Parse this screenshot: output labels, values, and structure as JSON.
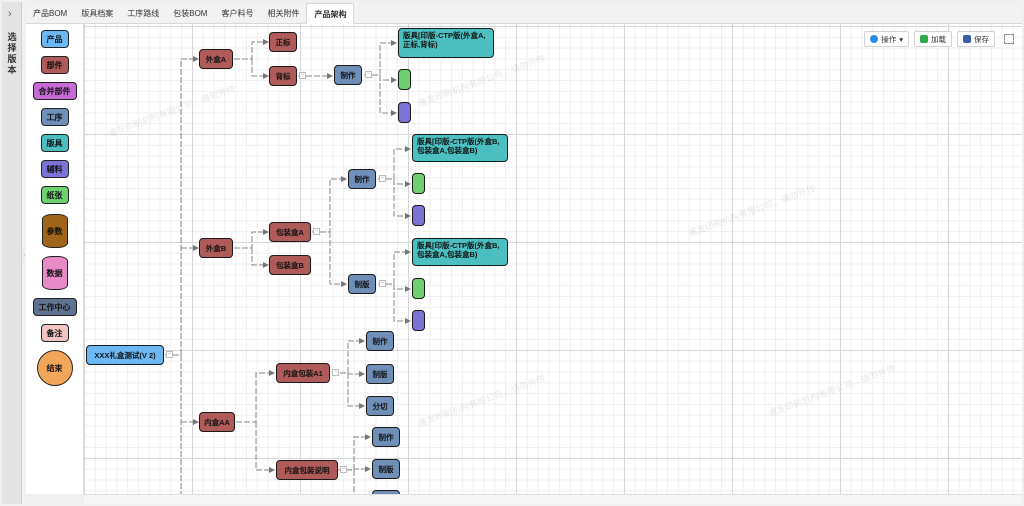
{
  "sidebar": {
    "label": "选择版本"
  },
  "tabs": [
    {
      "label": "产品BOM"
    },
    {
      "label": "版具档案"
    },
    {
      "label": "工序路线"
    },
    {
      "label": "包装BOM"
    },
    {
      "label": "客户料号"
    },
    {
      "label": "相关附件"
    },
    {
      "label": "产品架构",
      "active": true
    }
  ],
  "palette": [
    {
      "label": "产品",
      "color": "#6bb8f5"
    },
    {
      "label": "部件",
      "color": "#b05a5a"
    },
    {
      "label": "合并部件",
      "color": "#c76ad6"
    },
    {
      "label": "工序",
      "color": "#6f8fb8"
    },
    {
      "label": "版具",
      "color": "#4cc0c0"
    },
    {
      "label": "辅料",
      "color": "#7b74d6"
    },
    {
      "label": "纸张",
      "color": "#6ed06e"
    },
    {
      "label": "参数",
      "color": "#a0651a"
    },
    {
      "label": "数据",
      "color": "#e889c8"
    },
    {
      "label": "工作中心",
      "color": "#5f7390"
    },
    {
      "label": "备注",
      "color": "#f2c4c4"
    },
    {
      "label": "结束",
      "color": "#f2a65a"
    }
  ],
  "toolbar": {
    "ops": "操作",
    "load": "加载",
    "save": "保存"
  },
  "watermark": "浦发印刷机构有限公司，请勿外传",
  "nodes": {
    "root": "XXX礼盒测试(V 2)",
    "waiheA": "外盒A",
    "zhengbiao": "正标",
    "beibiao": "背标",
    "zhizuo1": "制作",
    "banjuA": "版具[印版-CTP版(外盒A,正标,背标)",
    "waiheB": "外盒B",
    "baozhuangA": "包装盒A",
    "baozhuangB": "包装盒B",
    "zhizuo2": "制作",
    "banjuB1": "版具[印版-CTP版(外盒B,包装盒A,包装盒B)",
    "zhiban": "制版",
    "banjuB2": "版具[印版-CTP版(外盒B,包装盒A,包装盒B)",
    "neiheAA": "内盒AA",
    "neiheA1": "内盒包装A1",
    "zhizuo3": "制作",
    "zhiban2": "制版",
    "fenqie": "分切",
    "neiheShuoming": "内盒包装说明",
    "zhizuo4": "制作",
    "zhiban3": "制版"
  },
  "colors": {
    "product": "#6bb8f5",
    "part": "#b05a5a",
    "process": "#6f8fb8",
    "tool": "#4cc0c0",
    "paper": "#6ed06e",
    "aux": "#7b74d6"
  }
}
